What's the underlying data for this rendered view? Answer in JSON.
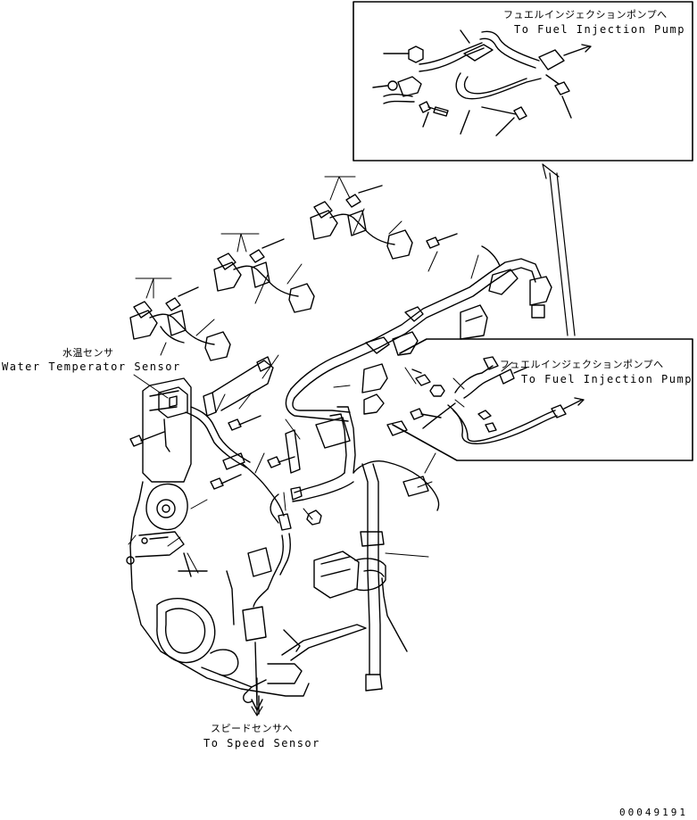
{
  "callouts": {
    "fuel_pump_top": {
      "jp": "フュエルインジェクションポンプへ",
      "en": "To Fuel Injection Pump"
    },
    "fuel_pump_mid": {
      "jp": "フュエルインジェクションポンプへ",
      "en": "To Fuel Injection Pump"
    },
    "water_temp": {
      "jp": "水温センサ",
      "en": "Water Temperator Sensor"
    },
    "speed_sensor": {
      "jp": "スピードセンサへ",
      "en": "To Speed Sensor"
    }
  },
  "part_number": "00049191",
  "colors": {
    "line": "#000000",
    "background": "#ffffff"
  }
}
